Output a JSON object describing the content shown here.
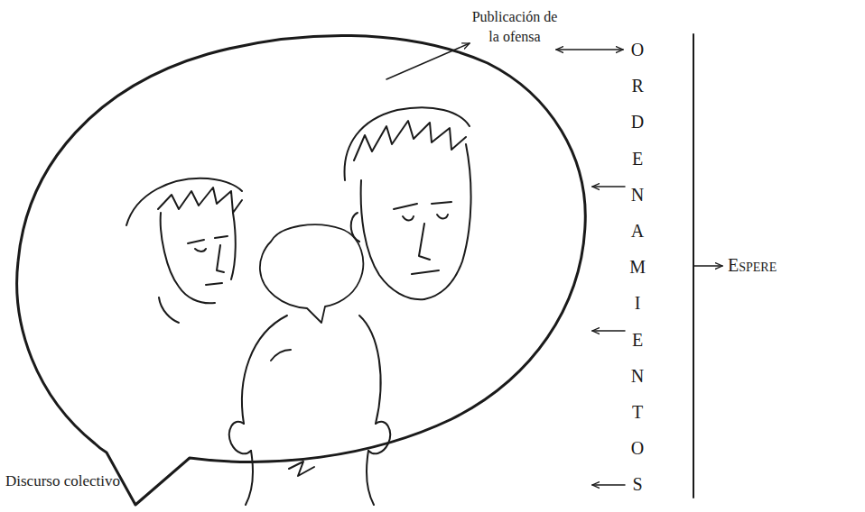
{
  "diagram": {
    "labels": [
      "Publicación de la ofensa",
      "ORDENAMIENTOS",
      "Espere",
      "Discurso colectivo"
    ]
  }
}
